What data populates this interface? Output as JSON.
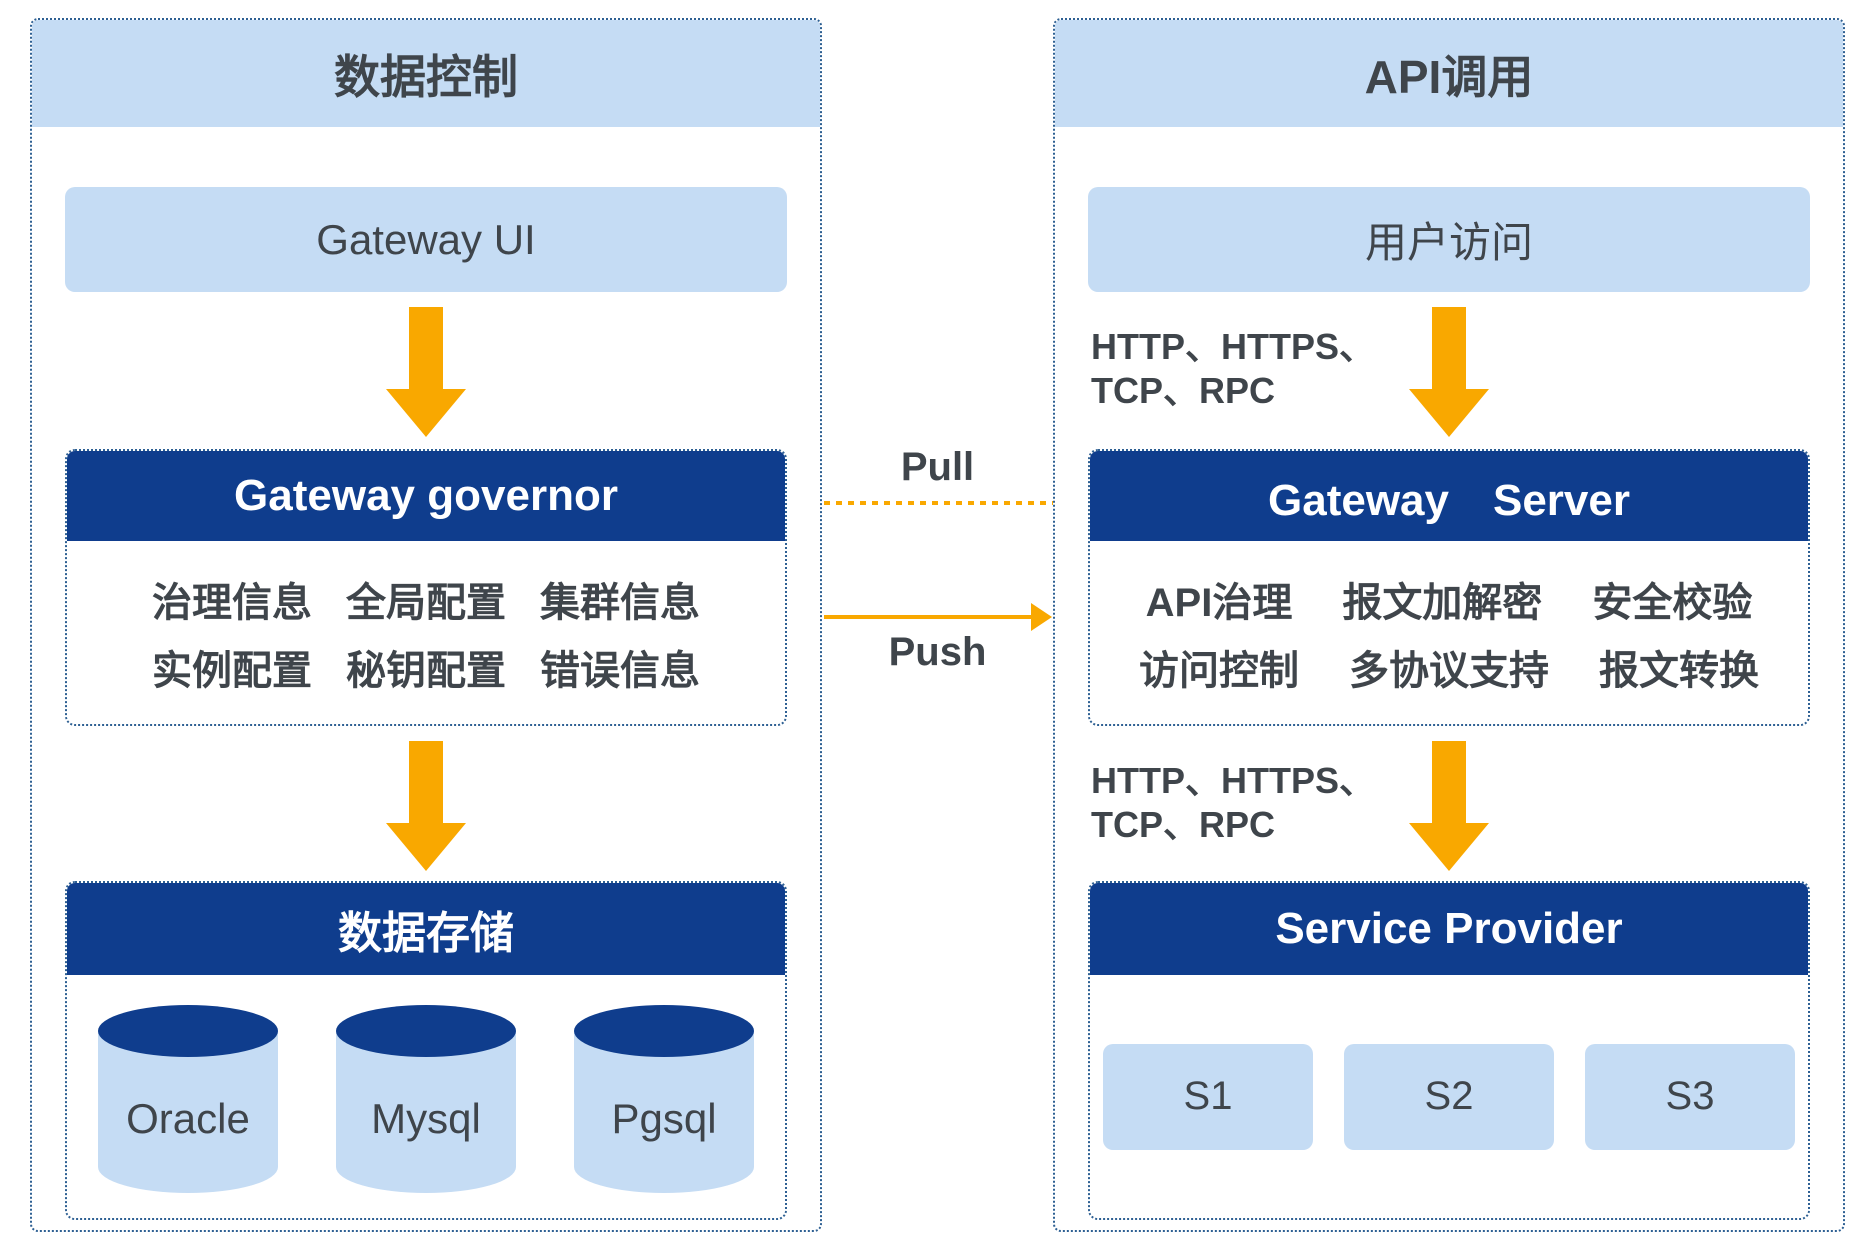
{
  "colors": {
    "navy": "#0F3D8D",
    "light_blue": "#C5DCF4",
    "orange": "#F9A800",
    "dotted_border": "#2E6093",
    "text": "#3F454B"
  },
  "left_panel": {
    "title": "数据控制",
    "gateway_ui": "Gateway UI",
    "governor": {
      "title": "Gateway governor",
      "rows": [
        [
          "治理信息",
          "全局配置",
          "集群信息"
        ],
        [
          "实例配置",
          "秘钥配置",
          "错误信息"
        ]
      ]
    },
    "storage": {
      "title": "数据存储",
      "databases": [
        "Oracle",
        "Mysql",
        "Pgsql"
      ]
    }
  },
  "right_panel": {
    "title": "API调用",
    "user_access": "用户访问",
    "protocol_top": {
      "line1": "HTTP、HTTPS、",
      "line2": "TCP、RPC"
    },
    "server": {
      "title": "Gateway　Server",
      "rows": [
        [
          "API治理",
          "报文加解密",
          "安全校验"
        ],
        [
          "访问控制",
          "多协议支持",
          "报文转换"
        ]
      ]
    },
    "protocol_bottom": {
      "line1": "HTTP、HTTPS、",
      "line2": "TCP、RPC"
    },
    "provider": {
      "title": "Service Provider",
      "services": [
        "S1",
        "S2",
        "S3"
      ]
    }
  },
  "connectors": {
    "pull_label": "Pull",
    "push_label": "Push"
  }
}
